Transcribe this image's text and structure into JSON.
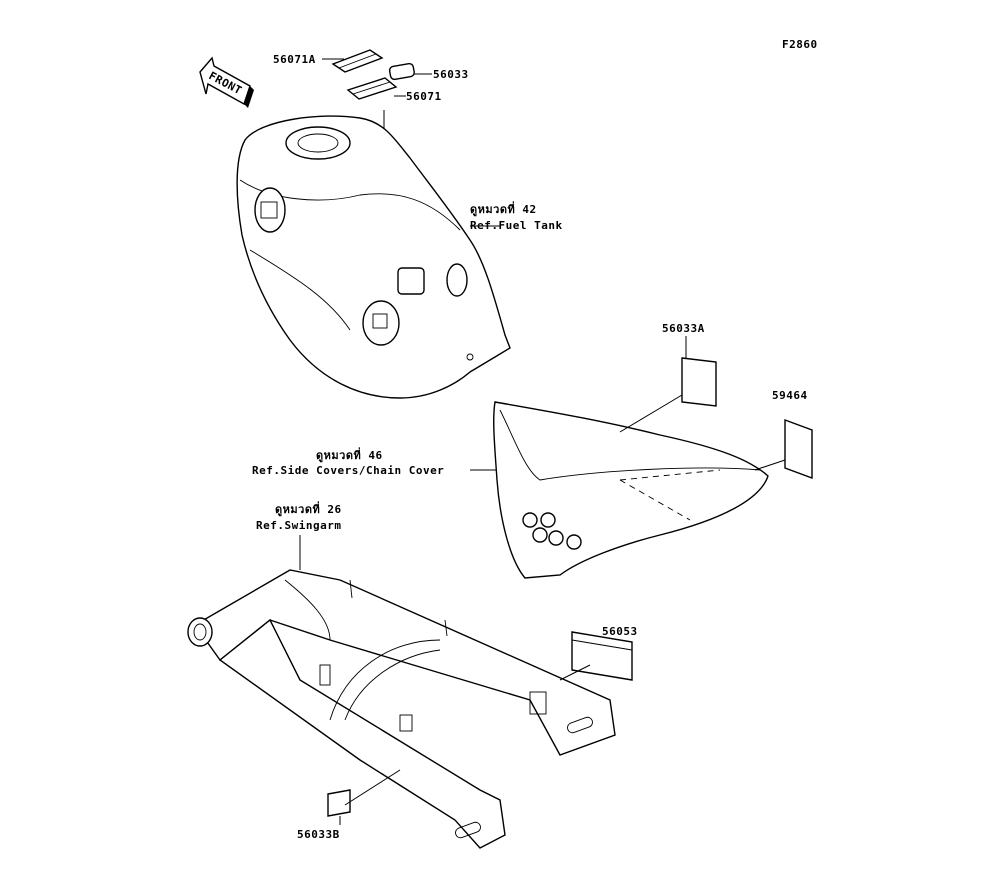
{
  "figure_code": "F2860",
  "front_arrow": "FRONT",
  "parts": {
    "p56071A": "56071A",
    "p56033": "56033",
    "p56071": "56071",
    "p56033A": "56033A",
    "p59464": "59464",
    "p56053": "56053",
    "p56033B": "56033B"
  },
  "refs": {
    "fuel_tank_thai": "ดูหมวดที่ 42",
    "fuel_tank": "Ref.Fuel Tank",
    "side_covers_thai": "ดูหมวดที่ 46",
    "side_covers": "Ref.Side Covers/Chain Cover",
    "swingarm_thai": "ดูหมวดที่ 26",
    "swingarm": "Ref.Swingarm"
  }
}
